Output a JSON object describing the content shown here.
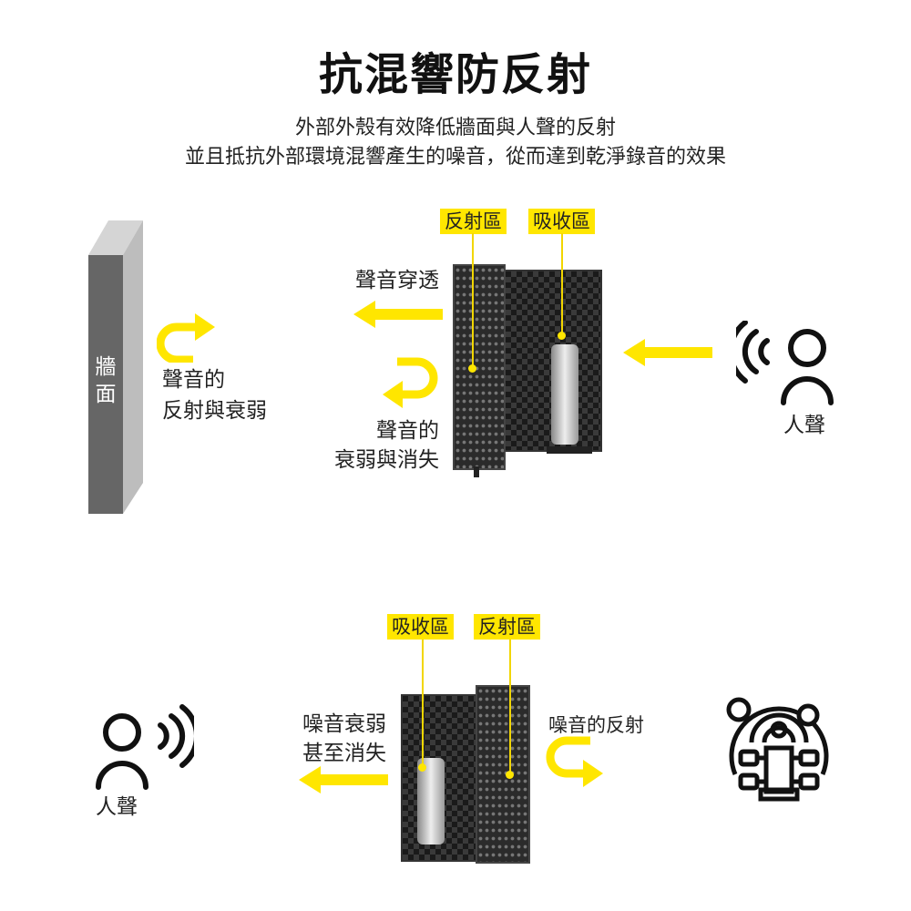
{
  "header": {
    "title": "抗混響防反射",
    "subtitle_lines": [
      "外部外殼有效降低牆面與人聲的反射",
      "並且抵抗外部環境混響產生的噪音，從而達到乾淨錄音的效果"
    ]
  },
  "top_diagram": {
    "wall_label": "牆面",
    "wall_caption_lines": [
      "聲音的",
      "反射與衰弱"
    ],
    "tags": [
      "反射區",
      "吸收區"
    ],
    "penetration_label": "聲音穿透",
    "attenuation_lines": [
      "聲音的",
      "衰弱與消失"
    ],
    "voice_label": "人聲"
  },
  "bottom_diagram": {
    "tags": [
      "吸收區",
      "反射區"
    ],
    "noise_attenuation_lines": [
      "噪音衰弱",
      "甚至消失"
    ],
    "noise_reflection_label": "噪音的反射",
    "voice_label": "人聲"
  },
  "colors": {
    "accent": "#ffe600",
    "wall_front": "#666666",
    "wall_side": "#bdbdbd"
  }
}
